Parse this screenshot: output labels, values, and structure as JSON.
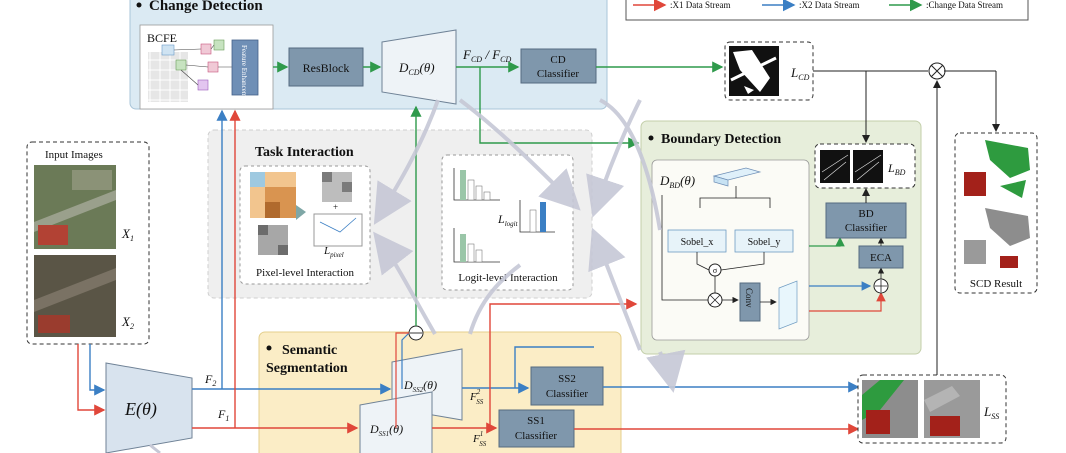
{
  "legend": {
    "x1": ":X1 Data Stream",
    "x2": ":X2 Data Stream",
    "change": ":Change Data Stream",
    "colors": {
      "x1": "#e0473a",
      "x2": "#3b7fc4",
      "change": "#2f9a4b"
    }
  },
  "change_detection": {
    "title": "Change Detection",
    "bcfe": "BCFE",
    "feature_enh": "Feature Enhancement",
    "resblock": "ResBlock",
    "decoder": "D",
    "decoder_sub": "CD",
    "decoder_arg": "(θ)",
    "f_cd": "F",
    "f_cd_sub": "CD",
    "classifier_line1": "CD",
    "classifier_line2": "Classifier",
    "loss": "L",
    "loss_sub": "CD"
  },
  "task_interaction": {
    "title": "Task Interaction",
    "pixel_caption": "Pixel-level Interaction",
    "logit_caption": "Logit-level Interaction",
    "l_pixel": "L",
    "l_pixel_sub": "pixel",
    "l_logit": "L",
    "l_logit_sub": "logit",
    "plus": "+"
  },
  "boundary_detection": {
    "title": "Boundary Detection",
    "decoder": "D",
    "decoder_sub": "BD",
    "decoder_arg": "(θ)",
    "sobel_x": "Sobel_x",
    "sobel_y": "Sobel_y",
    "sigma": "σ",
    "conv": "Conv",
    "eca": "ECA",
    "classifier_line1": "BD",
    "classifier_line2": "Classifier",
    "loss": "L",
    "loss_sub": "BD"
  },
  "inputs": {
    "title": "Input Images",
    "x1": "X",
    "x1_sub": "1",
    "x2": "X",
    "x2_sub": "2"
  },
  "encoder": {
    "label": "E(θ)",
    "f1": "F",
    "f1_sub": "1",
    "f2": "F",
    "f2_sub": "2"
  },
  "semantic_segmentation": {
    "title_line1": "Semantic",
    "title_line2": "Segmentation",
    "dss1": "D",
    "dss1_sub": "SS1",
    "dss2": "D",
    "dss2_sub": "SS2",
    "arg": "(θ)",
    "fss1": "F",
    "fss1_sup": "1",
    "fss1_sub": "SS",
    "fss2": "F",
    "fss2_sup": "2",
    "fss2_sub": "SS",
    "ss1_line1": "SS1",
    "ss1_line2": "Classifier",
    "ss2_line1": "SS2",
    "ss2_line2": "Classifier",
    "loss": "L",
    "loss_sub": "SS"
  },
  "scd_result": {
    "caption": "SCD Result"
  }
}
